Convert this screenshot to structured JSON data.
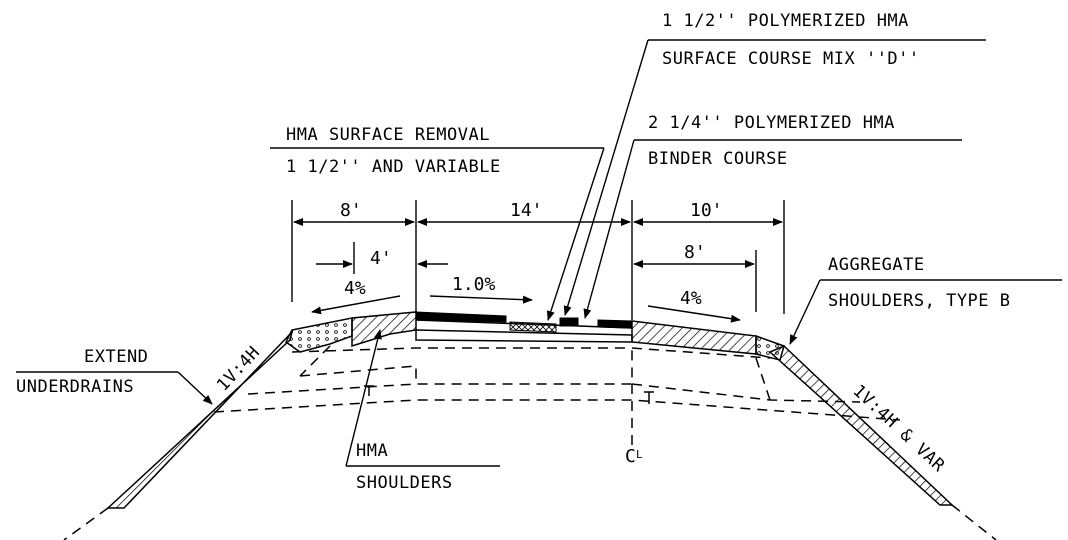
{
  "labels": {
    "surface_course_l1": "1 1/2'' POLYMERIZED HMA",
    "surface_course_l2": "SURFACE COURSE MIX ''D''",
    "binder_l1": "2 1/4'' POLYMERIZED HMA",
    "binder_l2": "BINDER COURSE",
    "removal_l1": "HMA SURFACE REMOVAL",
    "removal_l2": "1 1/2'' AND VARIABLE",
    "aggregate_l1": "AGGREGATE",
    "aggregate_l2": "SHOULDERS, TYPE B",
    "extend_l1": "EXTEND",
    "extend_l2": "UNDERDRAINS",
    "hma_shoulders_l1": "HMA",
    "hma_shoulders_l2": "SHOULDERS",
    "slope_left": "1V:4H",
    "slope_right": "1V:4H & VAR",
    "centerline": "C",
    "centerline_sub": "L"
  },
  "dimensions": {
    "left_shoulder": "8'",
    "left_paved": "4'",
    "lane": "14'",
    "right_shoulder": "10'",
    "right_paved": "8'"
  },
  "slopes": {
    "left_shoulder": "4%",
    "lane": "1.0%",
    "right_shoulder": "4%"
  }
}
